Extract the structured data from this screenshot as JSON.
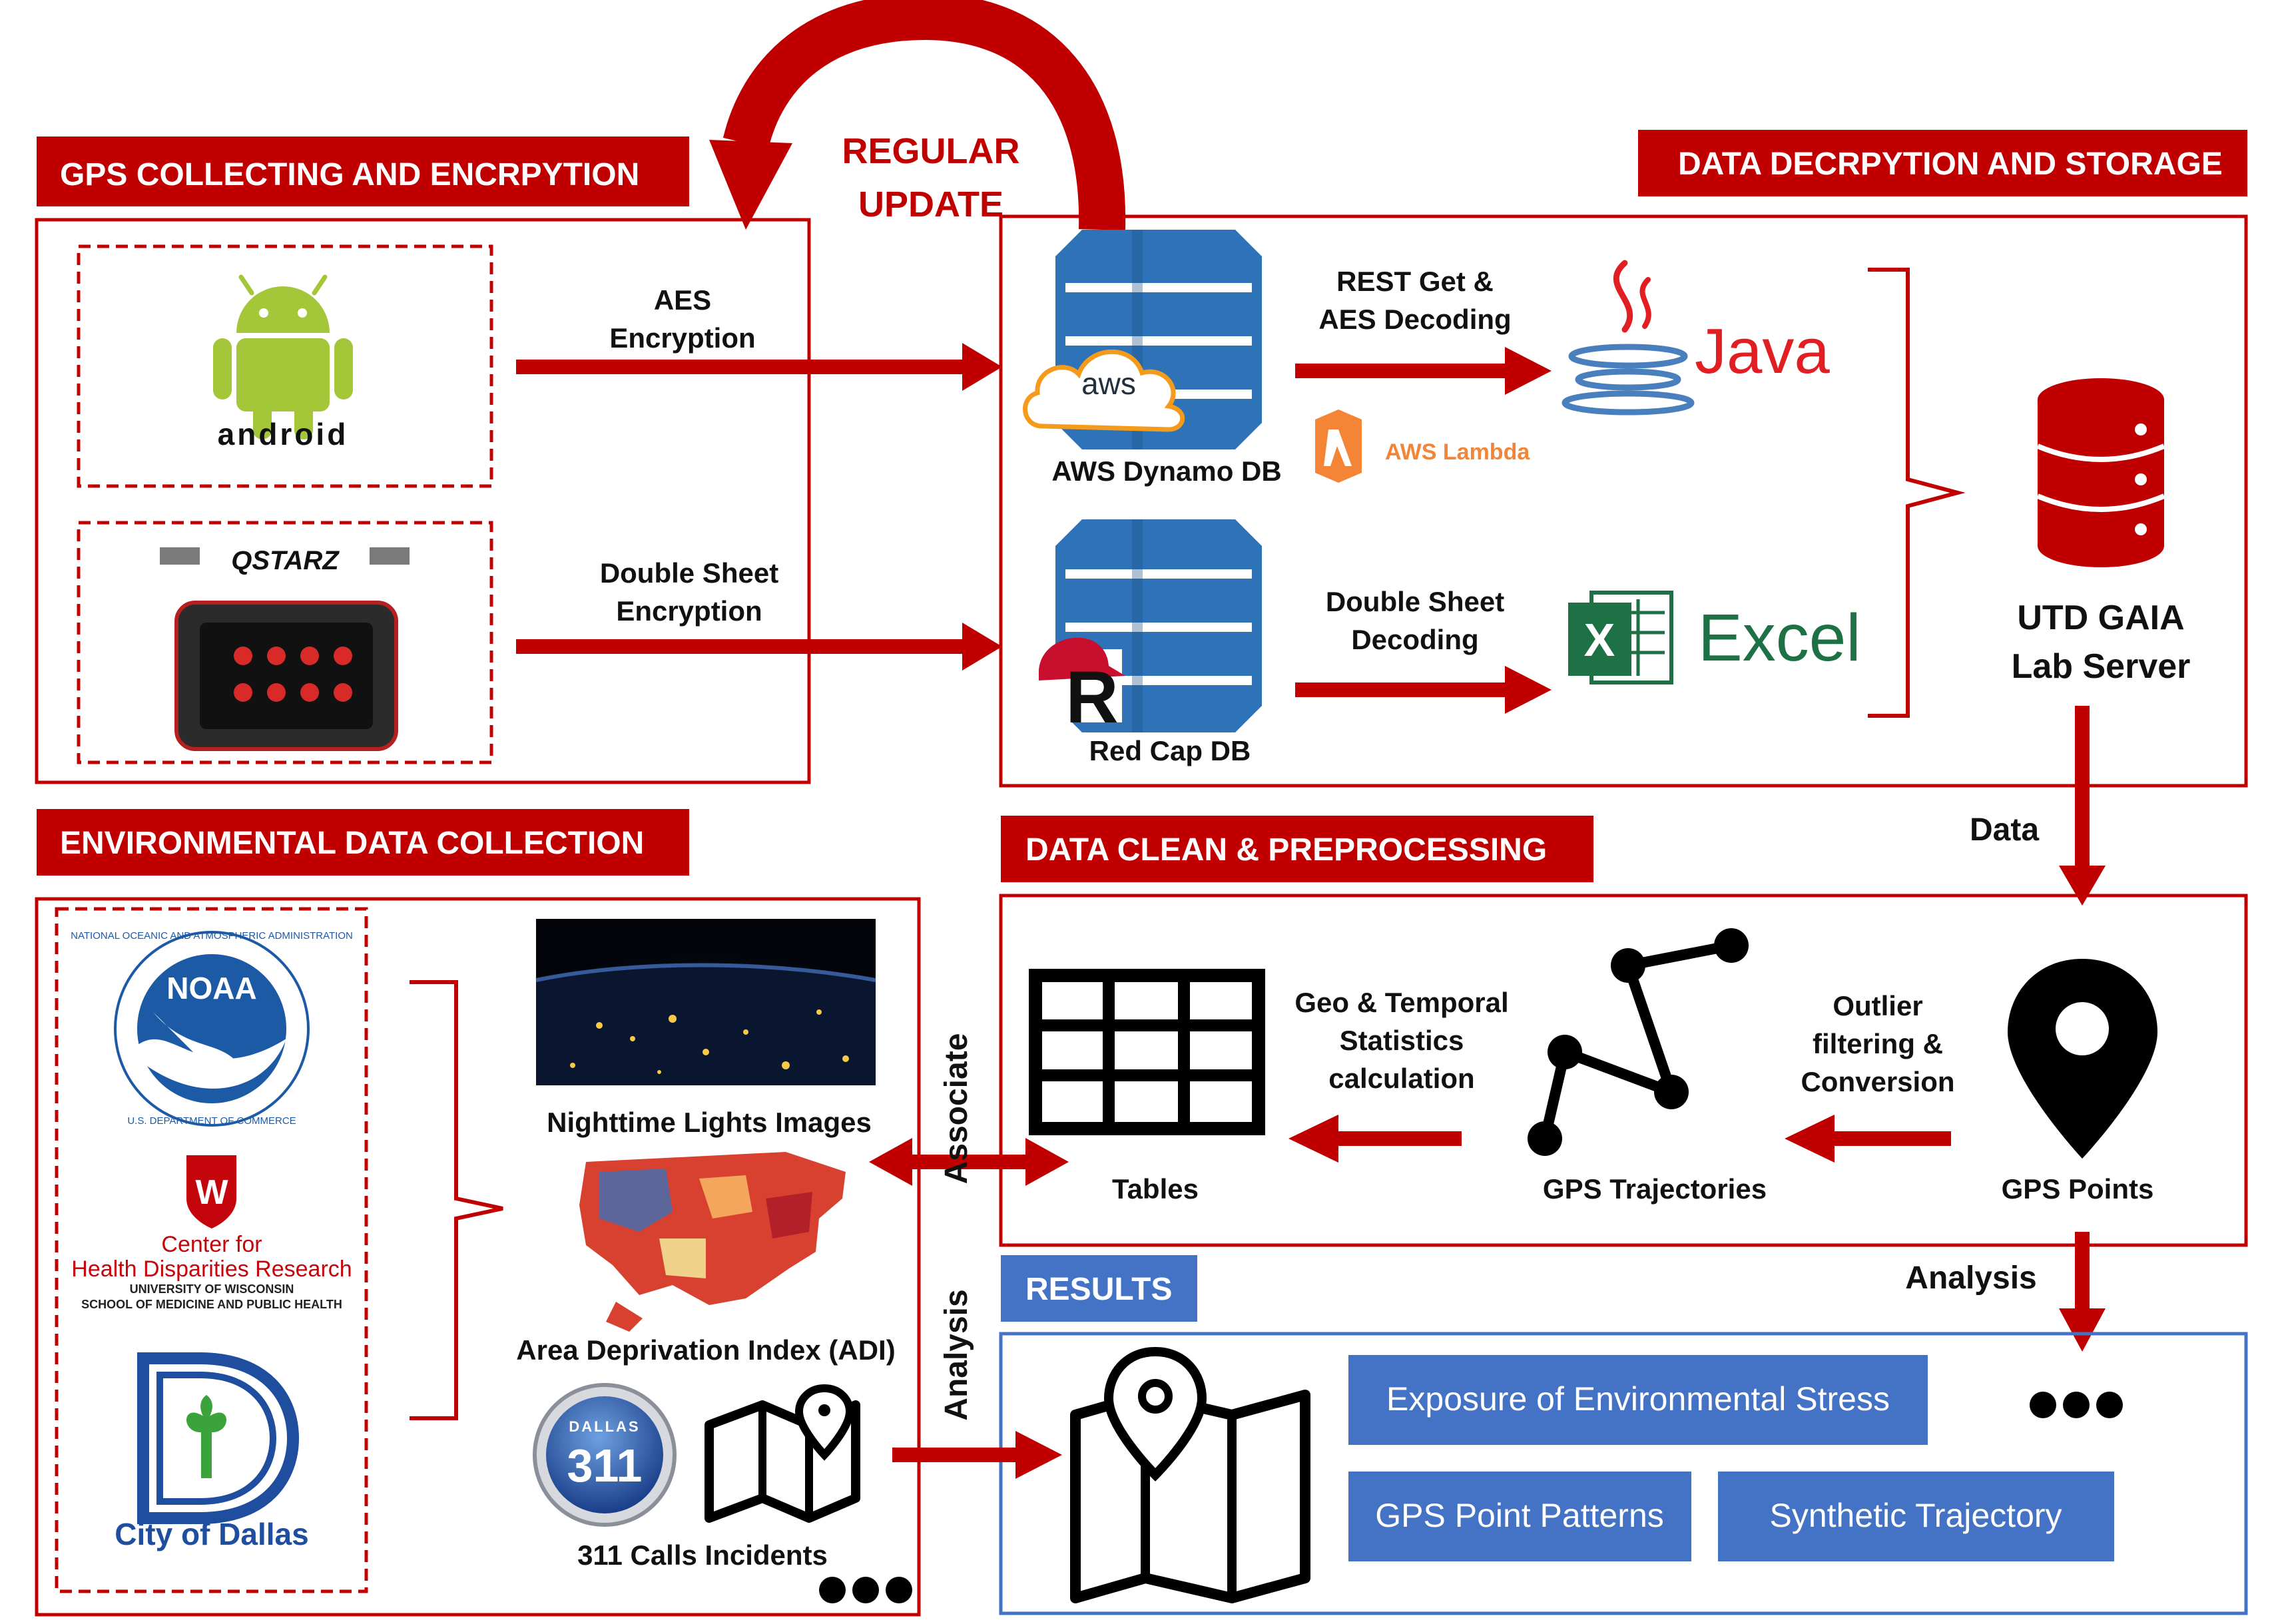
{
  "colors": {
    "accent_red": "#c00000",
    "accent_blue": "#4472c4",
    "dynamo_blue": "#2e73b8",
    "text_dark": "#111111",
    "android_green": "#a4c639",
    "excel_green": "#1e7145",
    "java_red": "#e11e22",
    "java_blue": "#4a7fbe",
    "lambda_orange": "#f58536",
    "dallas_blue": "#1f4e9e",
    "dallas_green": "#3aa33b",
    "noaa_blue": "#1d5aa6"
  },
  "sections": {
    "gps_collect": "GPS COLLECTING AND ENCRPYTION",
    "decrypt_storage": "DATA DECRPYTION AND STORAGE",
    "env_collect": "ENVIRONMENTAL  DATA COLLECTION",
    "clean_pre": "DATA CLEAN  & PREPROCESSING",
    "results": "RESULTS"
  },
  "regular_update": {
    "line1": "REGULAR",
    "line2": "UPDATE"
  },
  "devices": {
    "android_label": "android",
    "qstarz_label": "QSTARZ"
  },
  "flows": {
    "aes": {
      "line1": "AES",
      "line2": "Encryption"
    },
    "double_sheet_enc": {
      "line1": "Double Sheet",
      "line2": "Encryption"
    },
    "rest": {
      "line1": "REST Get &",
      "line2": "AES Decoding"
    },
    "double_sheet_dec": {
      "line1": "Double Sheet",
      "line2": "Decoding"
    },
    "data": "Data",
    "associate": "Associate",
    "analysis_vertical": "Analysis",
    "analysis_right": "Analysis"
  },
  "storage": {
    "aws_dynamo": "AWS Dynamo DB",
    "aws_logo": "aws",
    "red_cap": "Red Cap DB",
    "java": "Java",
    "aws_lambda": "AWS Lambda",
    "excel": "Excel",
    "server": {
      "line1": "UTD GAIA",
      "line2": "Lab Server"
    }
  },
  "pipeline": {
    "tables": "Tables",
    "geo_temporal": {
      "line1": "Geo & Temporal",
      "line2": "Statistics",
      "line3": "calculation"
    },
    "trajectories": "GPS Trajectories",
    "outlier": {
      "line1": "Outlier",
      "line2": "filtering &",
      "line3": "Conversion"
    },
    "points": "GPS Points"
  },
  "environment": {
    "noaa_center": "NOAA",
    "noaa_ring": "NATIONAL OCEANIC AND ATMOSPHERIC ADMINISTRATION",
    "noaa_bottom": "U.S. DEPARTMENT OF COMMERCE",
    "chdr": {
      "line1": "Center for",
      "line2": "Health Disparities Research",
      "line3": "UNIVERSITY OF WISCONSIN",
      "line4": "SCHOOL OF MEDICINE AND PUBLIC HEALTH"
    },
    "dallas_label": "City of Dallas",
    "night_lights": "Nighttime Lights Images",
    "adi": "Area Deprivation Index (ADI)",
    "calls311": "311 Calls Incidents",
    "badge_top": "DALLAS",
    "badge_num": "311"
  },
  "results": {
    "exposure": "Exposure of Environmental Stress",
    "point_patterns": "GPS Point Patterns",
    "synthetic": "Synthetic Trajectory"
  }
}
